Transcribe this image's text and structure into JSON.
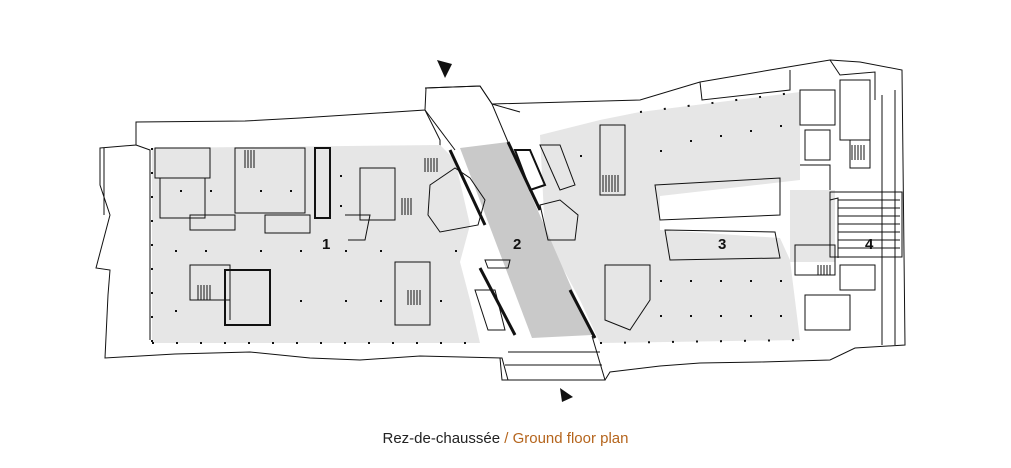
{
  "zones": [
    {
      "id": "1",
      "label": "1"
    },
    {
      "id": "2",
      "label": "2"
    },
    {
      "id": "3",
      "label": "3"
    },
    {
      "id": "4",
      "label": "4"
    }
  ],
  "caption": {
    "french": "Rez-de-chaussée",
    "separator": " / ",
    "english": "Ground floor plan"
  },
  "colors": {
    "accent": "#b5651d",
    "floor_fill": "#e6e6e6",
    "atrium_fill": "#c9c9c9",
    "line": "#111111"
  },
  "icons": [
    "north-arrow-icon",
    "south-arrow-icon"
  ]
}
